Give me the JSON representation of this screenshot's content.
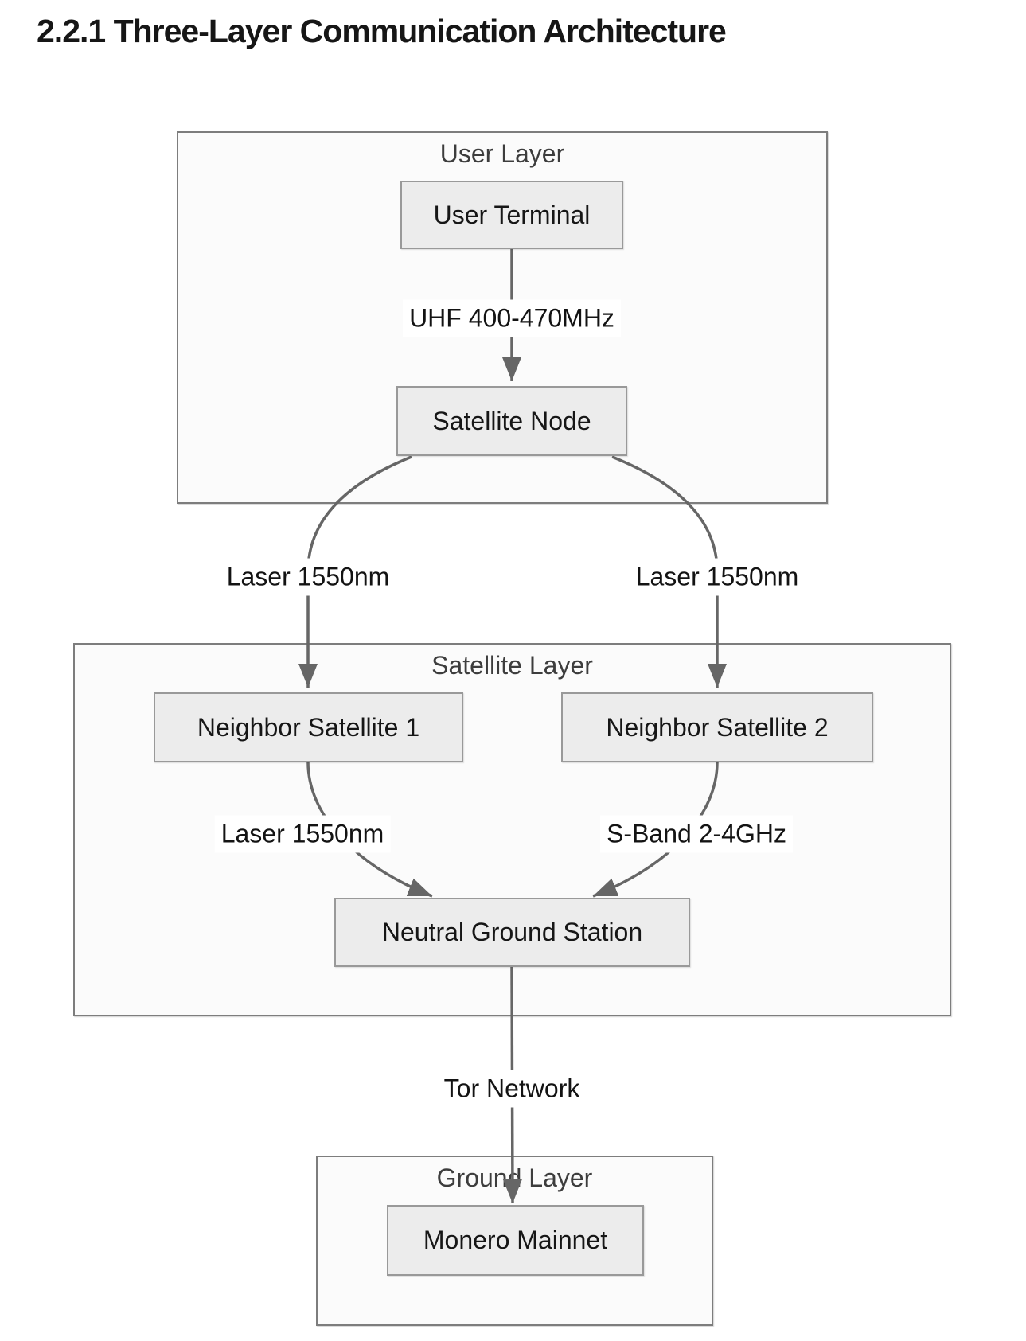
{
  "title": "2.2.1 Three-Layer Communication Architecture",
  "colors": {
    "edge": "#666666",
    "node_fill": "#ececec",
    "node_border": "#999999",
    "subgraph_fill": "#fbfbfb",
    "subgraph_border": "#7d7d7d",
    "node_text": "#161616",
    "subgraph_label_text": "#3d3d3d",
    "title_text": "#161616",
    "edge_label_bg": "#ffffff"
  },
  "subgraphs": [
    {
      "id": "user-layer",
      "label": "User Layer"
    },
    {
      "id": "satellite-layer",
      "label": "Satellite Layer"
    },
    {
      "id": "ground-layer",
      "label": "Ground Layer"
    }
  ],
  "nodes": [
    {
      "id": "user-terminal",
      "label": "User Terminal",
      "layer": "User Layer"
    },
    {
      "id": "satellite-node",
      "label": "Satellite Node",
      "layer": "User Layer"
    },
    {
      "id": "neighbor-satellite-1",
      "label": "Neighbor Satellite 1",
      "layer": "Satellite Layer"
    },
    {
      "id": "neighbor-satellite-2",
      "label": "Neighbor Satellite 2",
      "layer": "Satellite Layer"
    },
    {
      "id": "neutral-ground-station",
      "label": "Neutral Ground Station",
      "layer": "Satellite Layer"
    },
    {
      "id": "monero-mainnet",
      "label": "Monero Mainnet",
      "layer": "Ground Layer"
    }
  ],
  "edges": [
    {
      "from": "user-terminal",
      "to": "satellite-node",
      "label": "UHF 400-470MHz"
    },
    {
      "from": "satellite-node",
      "to": "neighbor-satellite-1",
      "label": "Laser 1550nm"
    },
    {
      "from": "satellite-node",
      "to": "neighbor-satellite-2",
      "label": "Laser 1550nm"
    },
    {
      "from": "neighbor-satellite-1",
      "to": "neutral-ground-station",
      "label": "Laser 1550nm"
    },
    {
      "from": "neighbor-satellite-2",
      "to": "neutral-ground-station",
      "label": "S-Band 2-4GHz"
    },
    {
      "from": "neutral-ground-station",
      "to": "monero-mainnet",
      "label": "Tor Network"
    }
  ]
}
